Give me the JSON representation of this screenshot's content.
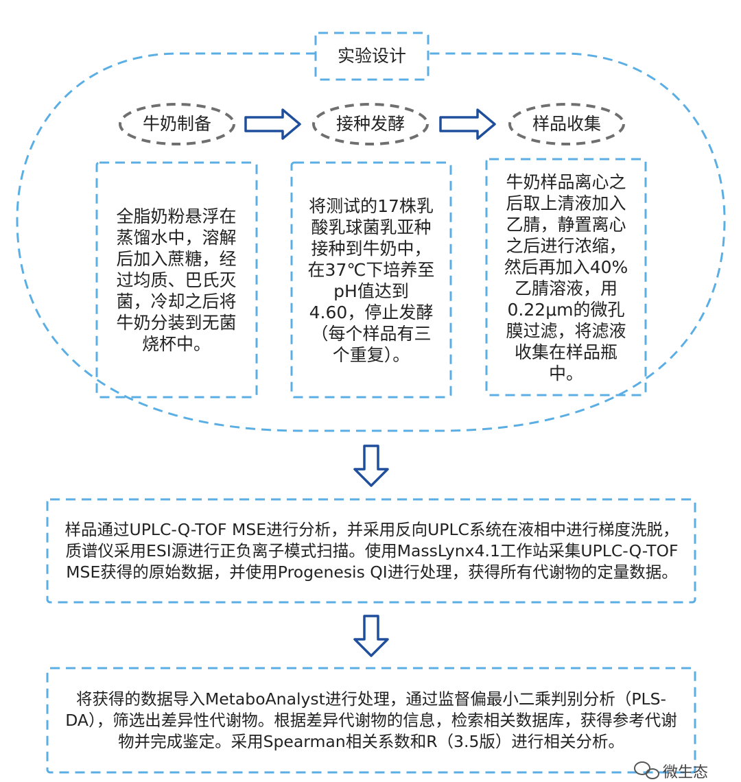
{
  "title": "实验设计",
  "steps": [
    {
      "label": "牛奶制备",
      "text": "全脂奶粉悬浮在蒸馏水中，溶解后加入蔗糖，经过均质、巴氏灭菌，冷却之后将牛奶分装到无菌烧杯中。"
    },
    {
      "label": "接种发酵",
      "text": "将测试的17株乳酸乳球菌乳亚种接种到牛奶中，在37℃下培养至pH值达到4.60，停止发酵（每个样品有三个重复）。"
    },
    {
      "label": "样品收集",
      "text": "牛奶样品离心之后取上清液加入乙腈，静置离心之后进行浓缩，然后再加入40%乙腈溶液，用0.22μm的微孔膜过滤，将滤液收集在样品瓶中。"
    }
  ],
  "analysis_text": "样品通过UPLC-Q-TOF MSE进行分析，并采用反向UPLC系统在液相中进行梯度洗脱，质谱仪采用ESI源进行正负离子模式扫描。使用MassLynx4.1工作站采集UPLC-Q-TOF MSE获得的原始数据，并使用Progenesis QI进行处理，获得所有代谢物的定量数据。",
  "stats_text": "将获得的数据导入MetaboAnalyst进行处理，通过监督偏最小二乘判别分析（PLS-DA），筛选出差异性代谢物。根据差异代谢物的信息，检索相关数据库，获得参考代谢物并完成鉴定。采用Spearman相关系数和R（3.5版）进行相关分析。",
  "watermark": "微生态",
  "colors": {
    "dash": "#5aaee4",
    "ellipse": "#6f6f6f",
    "arrow": "#1f4e9c"
  }
}
